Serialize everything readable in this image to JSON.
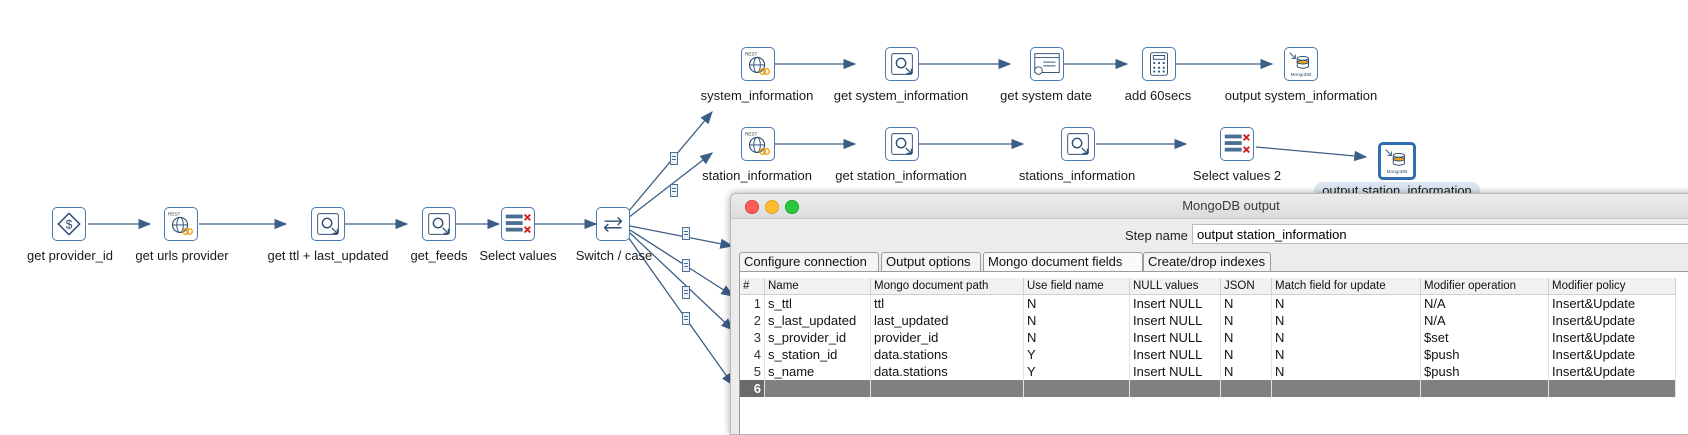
{
  "canvas": {
    "steps": [
      {
        "id": "get_provider_id",
        "label": "get provider_id",
        "icon": "dollar-icon"
      },
      {
        "id": "get_urls_provider",
        "label": "get urls provider",
        "icon": "rest-client-icon"
      },
      {
        "id": "get_ttl",
        "label": "get ttl + last_updated",
        "icon": "json-input-icon"
      },
      {
        "id": "get_feeds",
        "label": "get_feeds",
        "icon": "json-input-icon"
      },
      {
        "id": "select_values",
        "label": "Select values",
        "icon": "select-values-icon"
      },
      {
        "id": "switch_case",
        "label": "Switch / case",
        "icon": "switch-case-icon"
      },
      {
        "id": "system_information",
        "label": "system_information",
        "icon": "rest-client-icon"
      },
      {
        "id": "get_system_information",
        "label": "get system_information",
        "icon": "json-input-icon"
      },
      {
        "id": "get_system_date",
        "label": "get system date",
        "icon": "system-info-icon"
      },
      {
        "id": "add_60secs",
        "label": "add 60secs",
        "icon": "calculator-icon"
      },
      {
        "id": "output_system_information",
        "label": "output system_information",
        "icon": "mongodb-output-icon"
      },
      {
        "id": "station_information",
        "label": "station_information",
        "icon": "rest-client-icon"
      },
      {
        "id": "get_station_information",
        "label": "get station_information",
        "icon": "json-input-icon"
      },
      {
        "id": "stations_information",
        "label": "stations_information",
        "icon": "json-input-icon"
      },
      {
        "id": "select_values_2",
        "label": "Select values 2",
        "icon": "select-values-icon"
      },
      {
        "id": "output_station_information",
        "label": "output station_information",
        "icon": "mongodb-output-icon"
      }
    ]
  },
  "dialog": {
    "title": "MongoDB output",
    "step_name_label": "Step name",
    "step_name_value": "output station_information",
    "tabs": [
      "Configure connection",
      "Output options",
      "Mongo document fields",
      "Create/drop indexes"
    ],
    "active_tab": "Mongo document fields",
    "columns": [
      "#",
      "Name",
      "Mongo document path",
      "Use field name",
      "NULL values",
      "JSON",
      "Match field for update",
      "Modifier operation",
      "Modifier policy"
    ],
    "rows": [
      [
        "1",
        "s_ttl",
        "ttl",
        "N",
        "Insert NULL",
        "N",
        "N",
        "N/A",
        "Insert&Update"
      ],
      [
        "2",
        "s_last_updated",
        "last_updated",
        "N",
        "Insert NULL",
        "N",
        "N",
        "N/A",
        "Insert&Update"
      ],
      [
        "3",
        "s_provider_id",
        "provider_id",
        "N",
        "Insert NULL",
        "N",
        "N",
        "$set",
        "Insert&Update"
      ],
      [
        "4",
        "s_station_id",
        "data.stations",
        "Y",
        "Insert NULL",
        "N",
        "N",
        "$push",
        "Insert&Update"
      ],
      [
        "5",
        "s_name",
        "data.stations",
        "Y",
        "Insert NULL",
        "N",
        "N",
        "$push",
        "Insert&Update"
      ],
      [
        "6",
        "",
        "",
        "",
        "",
        "",
        "",
        "",
        ""
      ]
    ]
  },
  "colors": {
    "hop": "#3c5f86",
    "step_border": "#4a7bb0",
    "accent_orange": "#f0a020",
    "close": "#fd5f57",
    "minimize": "#febc2e",
    "zoom": "#28c840"
  }
}
